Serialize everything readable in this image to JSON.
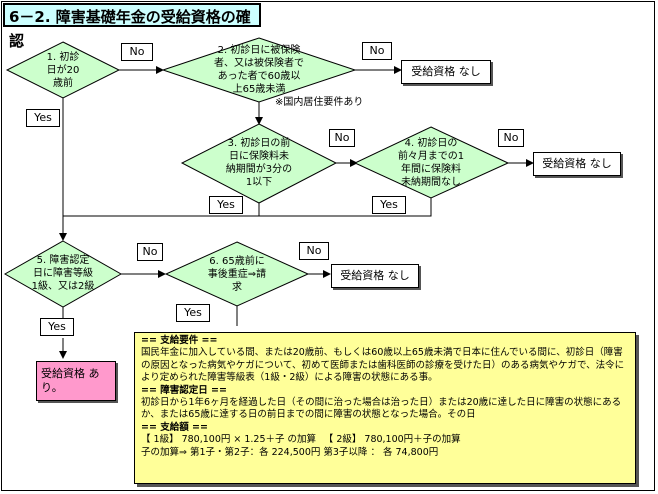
{
  "title": "6－2. 障害基礎年金の受給資格の確認",
  "nodes": {
    "d1": "1. 初診\n日が20\n歳前",
    "d2": "2. 初診日に被保険\n者、又は被保険者で\nあった者で60歳以\n上65歳未満",
    "d3": "3. 初診日の前\n日に保険料未\n納期間が3分の\n1以下",
    "d4": "4. 初診日の\n前々月までの1\n年間に保険料\n未納期間なし",
    "d5": "5. 障害認定\n日に障害等級\n1級、又は2級",
    "d6": "6. 65歳前に\n事後重症⇒請\n求"
  },
  "outcomes": {
    "none1": "受給資格 なし",
    "none2": "受給資格 なし",
    "none3": "受給資格 なし",
    "yes": "受給資格 あ\nり。"
  },
  "labels": {
    "no": "No",
    "yes": "Yes"
  },
  "note": "※国内居住要件あり",
  "info": {
    "h1": "== 支給要件 ==",
    "p1": "国民年金に加入している間、または20歳前、もしくは60歳以上65歳未満で日本に住んでいる間に、初診日（障害の原因となった病気やケガについて、初めて医師または歯科医師の診療を受けた日）のある病気やケガで、法令により定められた障害等級表（1級・2級）による障害の状態にある事。",
    "h2": "== 障害認定日 ==",
    "p2": "初診日から1年6ヶ月を経過した日（その間に治った場合は治った日）または20歳に達した日に障害の状態にあるか、または65歳に達する日の前日までの間に障害の状態となった場合。その日",
    "h3": "== 支給額 ==",
    "p3a": "【 1級】 780,100円 × 1.25＋子 の加算 　【 2級】 780,100円＋子の加算",
    "p3b": "子の加算⇒ 第1子・第2子：各 224,500円 第3子以降 ： 各 74,800円"
  },
  "colors": {
    "diamond": "#ccffcc",
    "title_bg": "#ccffff",
    "info_bg": "#ffff99",
    "yes_box": "#ff99cc"
  }
}
